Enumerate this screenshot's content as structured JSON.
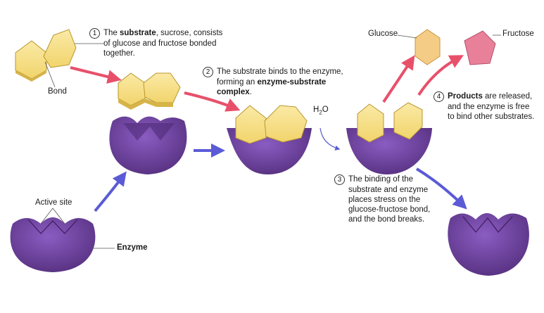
{
  "labels": {
    "bond": "Bond",
    "glucose": "Glucose",
    "fructose": "Fructose",
    "active_site": "Active site",
    "enzyme": "Enzyme",
    "water_h": "H",
    "water_sub": "2",
    "water_o": "O"
  },
  "steps": [
    {
      "number": "1",
      "line1_pre": "The ",
      "line1_bold": "substrate",
      "line1_post": ", sucrose, consists",
      "line2": "of glucose and fructose bonded",
      "line3": "together."
    },
    {
      "number": "2",
      "line1": "The substrate binds to the enzyme,",
      "line2_pre": "forming an ",
      "line2_bold": "enzyme-substrate",
      "line3_bold": "complex",
      "line3_post": "."
    },
    {
      "number": "3",
      "line1": "The binding of the",
      "line2": "substrate and enzyme",
      "line3": "places stress on the",
      "line4": "glucose-fructose bond,",
      "line5": "and the bond breaks."
    },
    {
      "number": "4",
      "line1_bold": "Products",
      "line1_post": " are released,",
      "line2": "and the enzyme is free",
      "line3": "to bind other substrates."
    }
  ],
  "colors": {
    "enzyme": "#6b3f9e",
    "enzyme_dark": "#4a2872",
    "substrate": "#f7e08a",
    "substrate_side": "#d9b84a",
    "glucose": "#f5cc85",
    "fructose": "#e8809a",
    "arrow_pink": "#e8506a",
    "arrow_blue": "#5b5bd6"
  }
}
